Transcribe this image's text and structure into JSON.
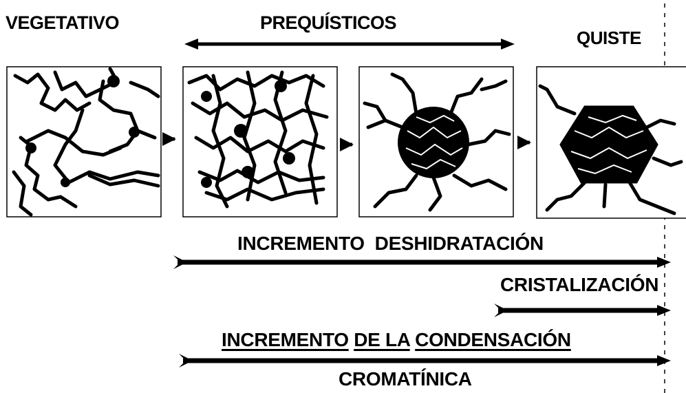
{
  "stages": {
    "vegetativo": "VEGETATIVO",
    "prequisticos": "PREQUÍSTICOS",
    "quiste": "QUISTE"
  },
  "processes": {
    "deshidratacion": "INCREMENTO  DESHIDRATACIÓN",
    "cristalizacion": "CRISTALIZACIÓN",
    "condensacion": {
      "part1": "INCREMENTO",
      "part2": "DE LA",
      "part3": "CONDENSACIÓN",
      "line2": "CROMATÍNICA"
    }
  }
}
